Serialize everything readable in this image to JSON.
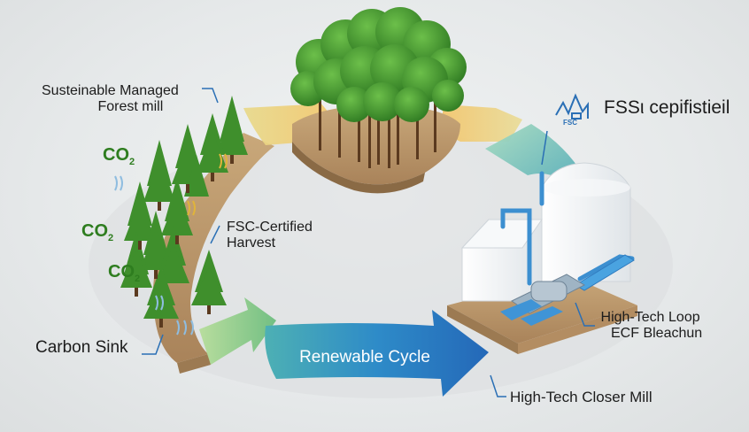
{
  "labels": {
    "forest_mill": [
      "Susteinable Managed",
      "Forest mill"
    ],
    "fsc_cert": "FSSι cepifistieil",
    "fsc_logo_text": "FSC",
    "harvest": [
      "FSC-Certified",
      "Harvest"
    ],
    "carbon_sink": "Carbon Sink",
    "cycle": "Renewable Cycle",
    "loop": [
      "High-Tech Loop",
      "ECF Bleachun"
    ],
    "closer_mill": "High-Tech Closer Mill"
  },
  "co2": [
    {
      "main": "CO",
      "sub": "2"
    },
    {
      "main": "CO",
      "sub": "2"
    },
    {
      "main": "CO",
      "sub": "2"
    }
  ],
  "colors": {
    "arrow_yellow": "#f1d78a",
    "arrow_green": "#8cc98a",
    "arrow_blue": "#2f86c8",
    "arrow_teal": "#4fb3a6",
    "leader_blue": "#2a6fb5",
    "tree_green": "#3f8f2c",
    "co2_green": "#2e7d1f"
  }
}
